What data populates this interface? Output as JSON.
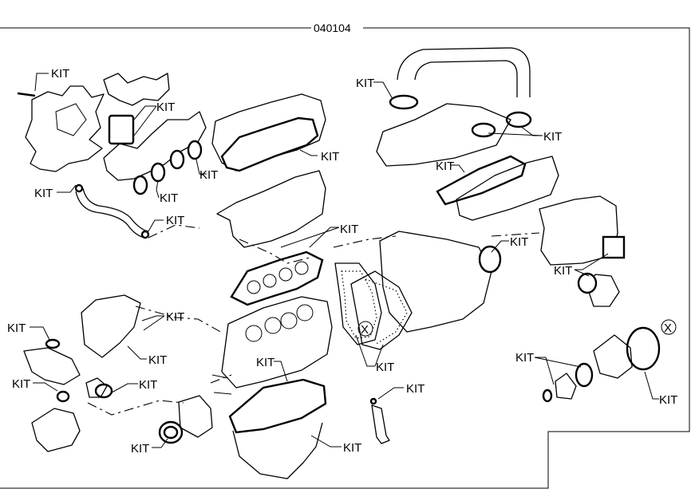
{
  "drawing": {
    "code": "040104",
    "kit_label": "KIT",
    "ref_marker": "X"
  }
}
